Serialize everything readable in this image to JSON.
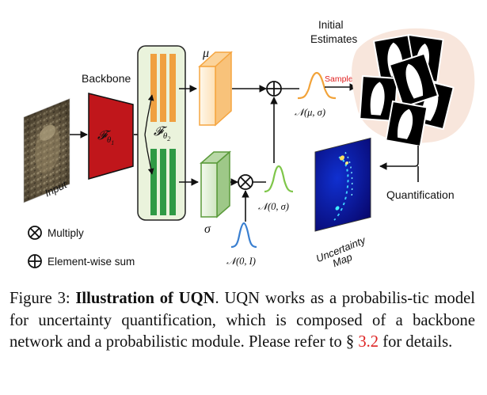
{
  "figure": {
    "labels": {
      "initial_estimates_line1": "Initial",
      "initial_estimates_line2": "Estimates",
      "backbone": "Backbone",
      "input": "Input",
      "sample": "Sample",
      "quantification": "Quantification",
      "uncertainty_line1": "Uncertainty",
      "uncertainty_line2": "Map",
      "mu": "μ",
      "sigma": "σ",
      "f_theta1_main": "𝓕",
      "f_theta1_sub": "θ",
      "f_theta1_subsub": "1",
      "f_theta2_main": "𝓕",
      "f_theta2_sub": "θ",
      "f_theta2_subsub": "2",
      "dist_mu_sigma": "𝒩(μ, σ)",
      "dist_zero_sigma": "𝒩(0, σ)",
      "dist_zero_i": "𝒩(0, I)"
    },
    "legend": {
      "multiply": "Multiply",
      "element_wise_sum": "Element-wise sum"
    },
    "colors": {
      "backbone_red": "#c0161b",
      "orange": "#f0a040",
      "green_bar": "#2f9a45",
      "panel_bg": "#eaf3dc",
      "mu_box": "#f5a540",
      "sigma_box": "#5a9a3a",
      "curve_orange": "#f2a33a",
      "curve_green": "#7fc64a",
      "curve_blue": "#3a7fd0",
      "sample_red": "#e02020",
      "blob": "#f8e6dc"
    }
  },
  "caption": {
    "figure_num": "Figure 3: ",
    "title": "Illustration of UQN",
    "text1": ". UQN works as a probabilis-tic model for uncertainty quantification, which is composed of a backbone network and a probabilistic module. Please refer to § ",
    "ref": "3.2",
    "text2": " for details."
  }
}
